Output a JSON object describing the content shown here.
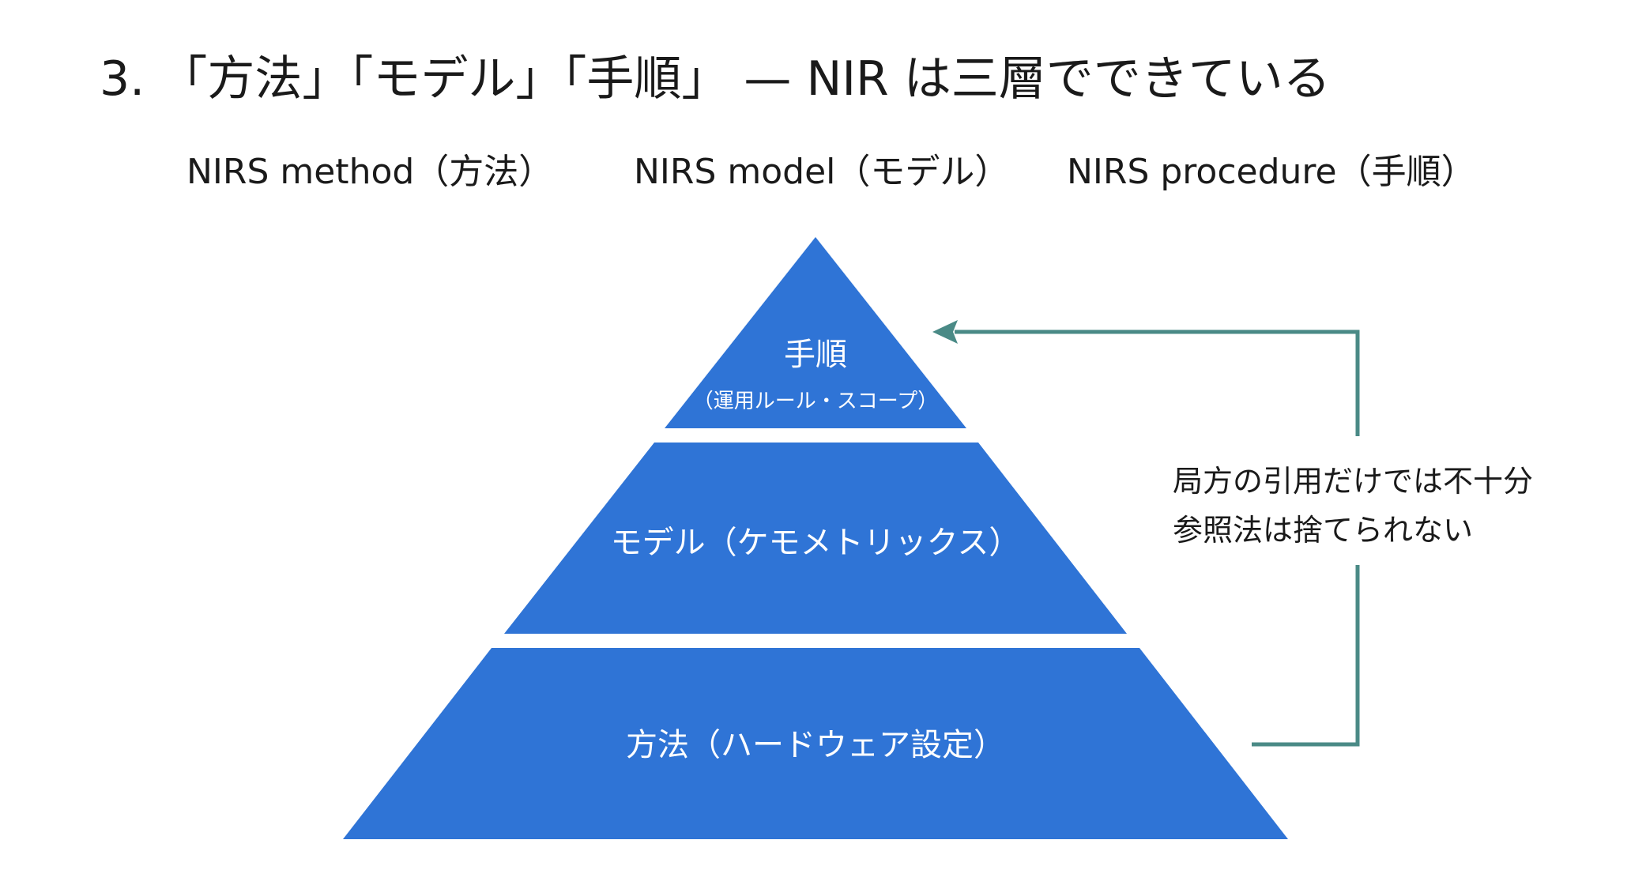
{
  "title": "3. 「方法」「モデル」「手順」 — NIR は三層でできている",
  "column_headers": {
    "method": "NIRS method（方法）",
    "model": "NIRS model（モデル）",
    "procedure": "NIRS procedure（手順）"
  },
  "pyramid": {
    "top": {
      "label": "手順",
      "sublabel": "（運用ルール・スコープ）"
    },
    "middle": {
      "label": "モデル（ケモメトリックス）"
    },
    "bottom": {
      "label": "方法（ハードウェア設定）"
    }
  },
  "feedback_note": {
    "line1": "局方の引用だけでは不十分",
    "line2": "参照法は捨てられない"
  },
  "colors": {
    "pyramid_fill": "#2f74d6",
    "arrow": "#4a8a86"
  }
}
